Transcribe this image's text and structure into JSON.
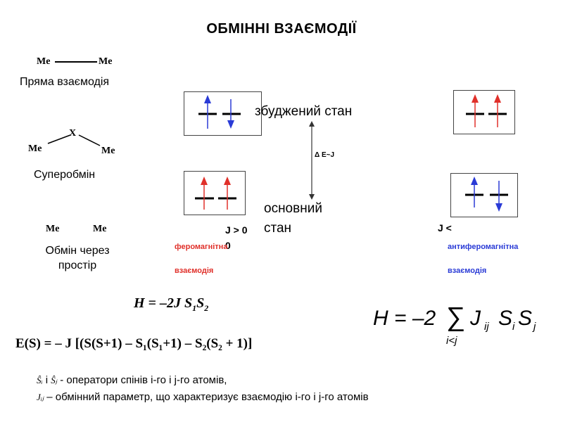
{
  "title": "ОБМІННІ ВЗАЄМОДІЇ",
  "direct": {
    "atom_left": "Me",
    "atom_right": "Me",
    "label": "Пряма взаємодія"
  },
  "superexchange": {
    "atom_top": "X",
    "atom_left": "Me",
    "atom_right": "Me",
    "label": "Суперобмін"
  },
  "through_space": {
    "atom_left": "Me",
    "atom_right": "Me",
    "label_line1": "Обмін через",
    "label_line2": "простір"
  },
  "energy": {
    "excited": "збуджений стан",
    "ground_line1": "основний",
    "ground_line2": "стан",
    "delta": "Δ E~J"
  },
  "ferro": {
    "condition_line1": "J > 0",
    "condition_line2": "0",
    "name_line1": "феромагнітна",
    "name_line2": "взаємодія"
  },
  "antiferro": {
    "condition": "J <",
    "name_line1": "антиферомагнітна",
    "name_line2": "взаємодія"
  },
  "formulas": {
    "hamiltonian_small": "H = –2J S",
    "hamiltonian_s1": "1",
    "hamiltonian_s": "S",
    "hamiltonian_s2": "2",
    "energy_formula": "E(S) = – J [(S(S+1) – S₁(S₁+1) – S₂(S₂ + 1)]",
    "energy_J": "J",
    "big_lhs": "H = –2",
    "big_sum": "∑",
    "big_sub": "i<j",
    "big_rhs": "J",
    "big_ij": "ij",
    "big_Si": "S",
    "big_i": "i",
    "big_Sj": "S",
    "big_j": "j"
  },
  "notes": {
    "line1_sym1": "Ŝᵢ",
    "line1_and": "і",
    "line1_sym2": "Ŝⱼ",
    "line1_text": "- оператори спінів і-го і j-го атомів,",
    "line2_sym": "Jᵢⱼ",
    "line2_text": "– обмінний параметр, що характеризує взаємодію і-го і j-го атомів"
  },
  "colors": {
    "red": "#e0302a",
    "blue": "#2a3bd6"
  }
}
